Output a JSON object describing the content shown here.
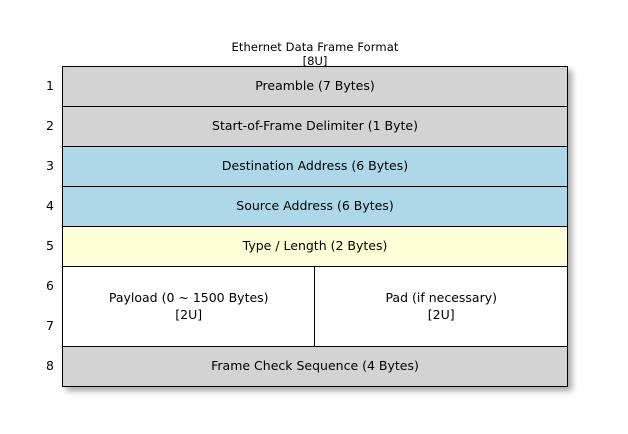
{
  "title": {
    "main": "Ethernet Data Frame Format",
    "sub": "[8U]"
  },
  "colors": {
    "header_gray": "#d3d3d3",
    "address_blue": "#aed8e8",
    "type_yellow": "#ffffd7",
    "payload_white": "#ffffff",
    "border": "#000000",
    "background": "#ffffff"
  },
  "row_numbers": [
    "1",
    "2",
    "3",
    "4",
    "5",
    "6",
    "7",
    "8"
  ],
  "rows": [
    {
      "number": "1",
      "label": "Preamble (7 Bytes)",
      "fill": "gray"
    },
    {
      "number": "2",
      "label": "Start-of-Frame Delimiter (1 Byte)",
      "fill": "gray"
    },
    {
      "number": "3",
      "label": "Destination Address (6 Bytes)",
      "fill": "blue"
    },
    {
      "number": "4",
      "label": "Source Address (6 Bytes)",
      "fill": "blue"
    },
    {
      "number": "5",
      "label": "Type / Length (2 Bytes)",
      "fill": "yellow"
    },
    {
      "number": "6-7",
      "fill": "white",
      "split": true,
      "left": {
        "label": "Payload (0 ~ 1500 Bytes)",
        "sub": "[2U]"
      },
      "right": {
        "label": "Pad (if necessary)",
        "sub": "[2U]"
      }
    },
    {
      "number": "8",
      "label": "Frame Check Sequence (4 Bytes)",
      "fill": "gray"
    }
  ]
}
